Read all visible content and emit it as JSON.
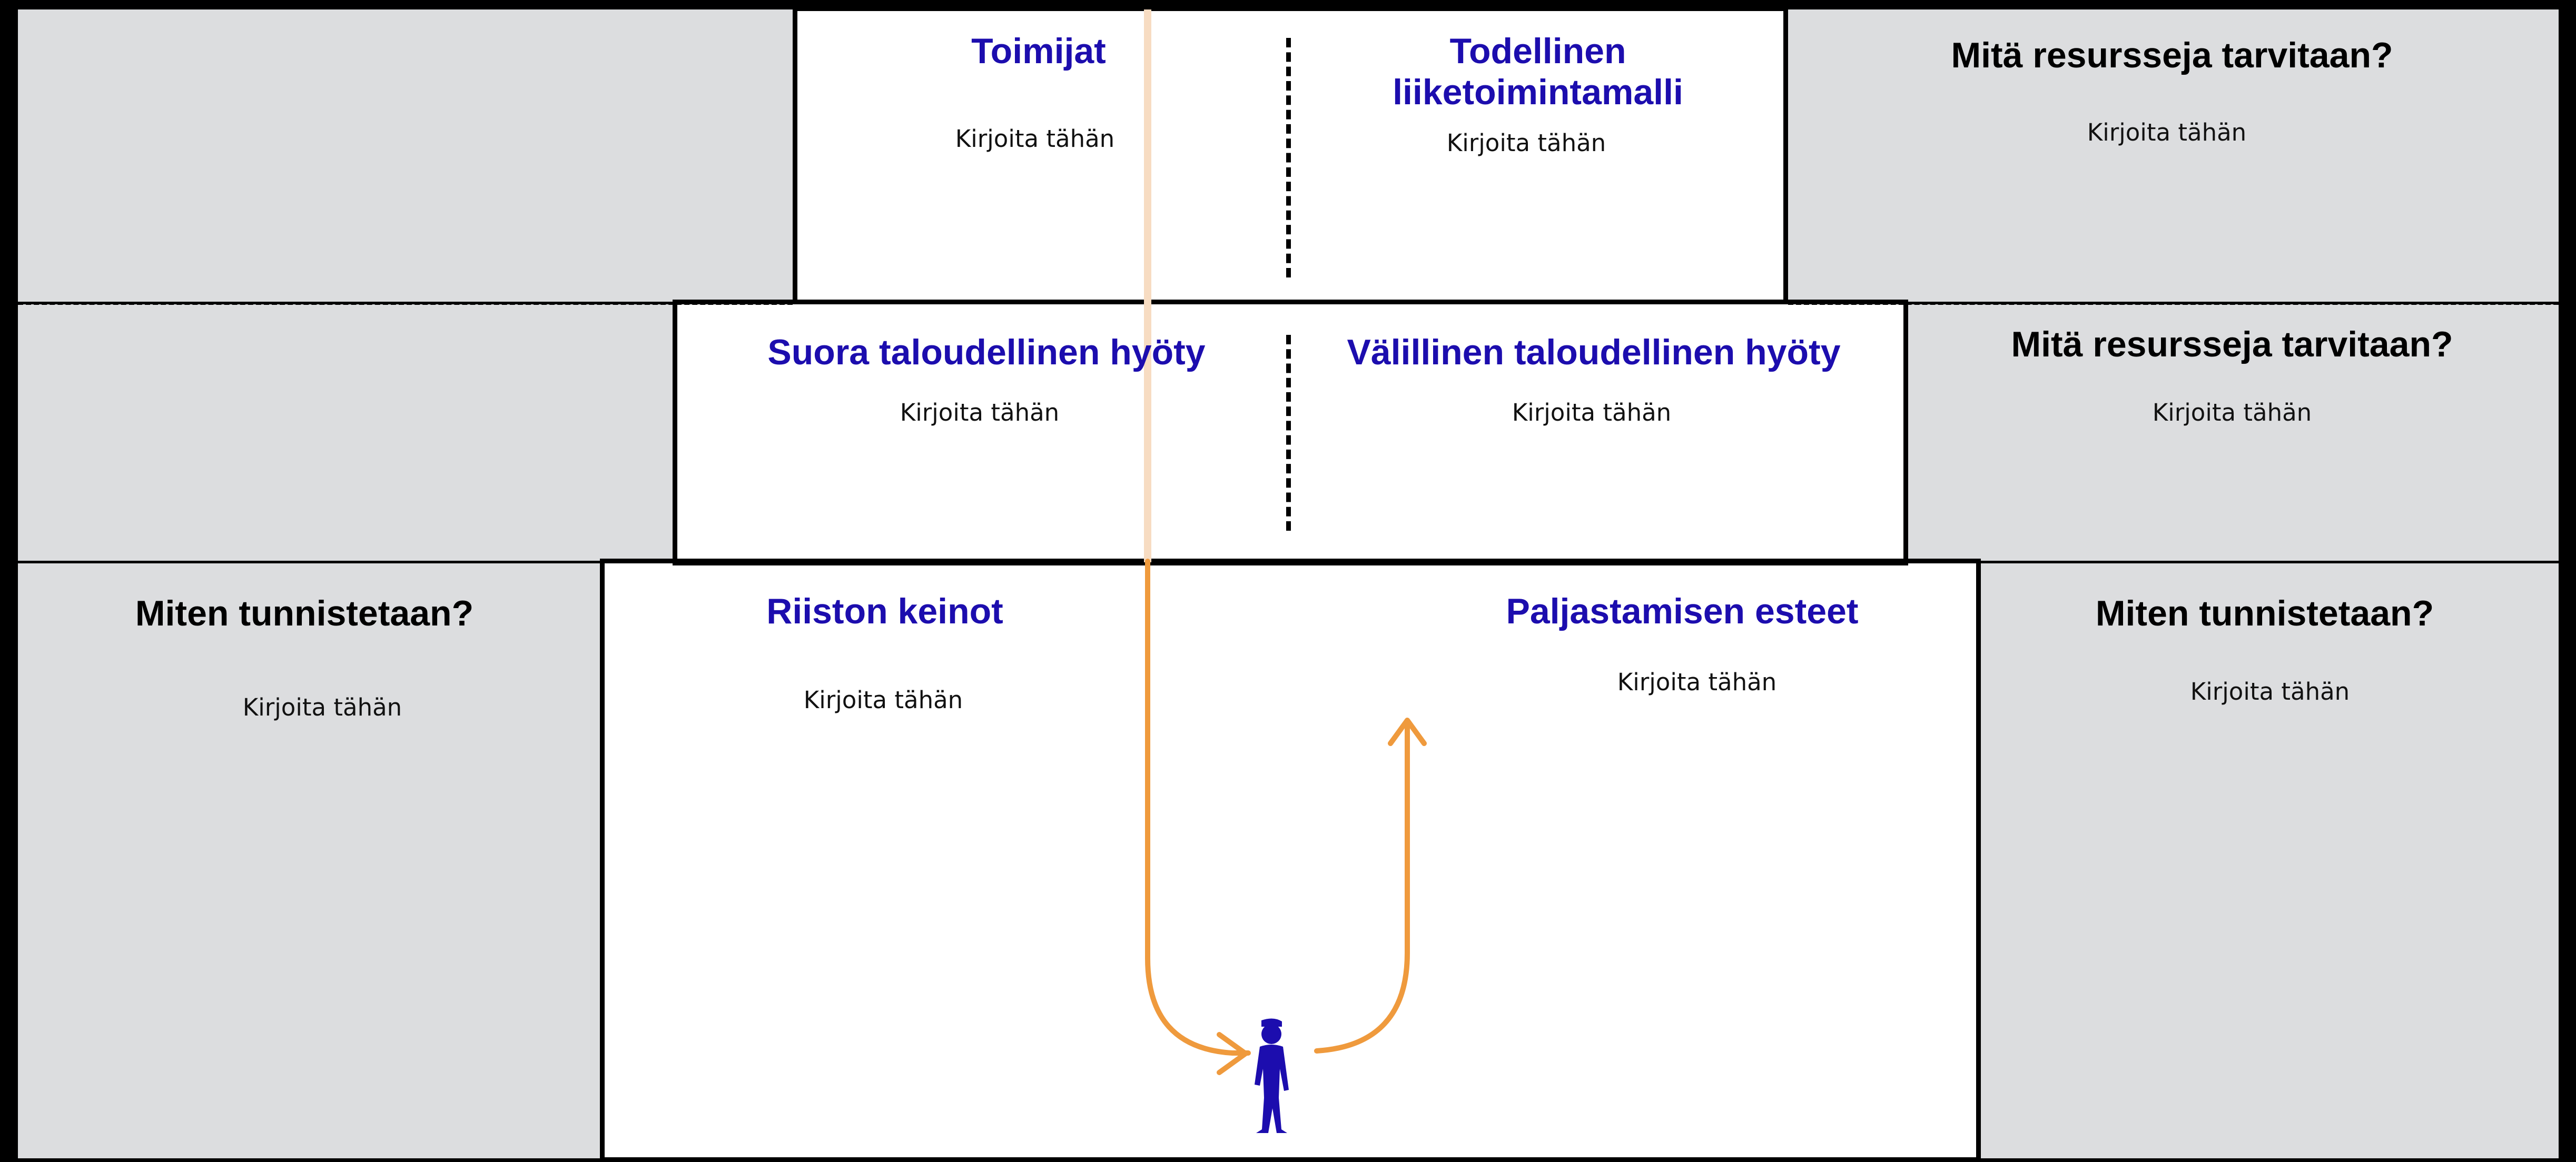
{
  "colors": {
    "heading_blue": "#1c0dae",
    "arrow_orange": "#ef9a3d",
    "panel_gray": "#dcdddf",
    "border": "#000000"
  },
  "icons": {
    "worker": "worker-figure-icon",
    "arrow_down": "arrow-down-right-icon",
    "arrow_up": "arrow-up-icon"
  },
  "top_row": {
    "left_heading": "Toimijat",
    "left_note": "Kirjoita tähän",
    "right_heading_line1": "Todellinen",
    "right_heading_line2": "liiketoimintamalli",
    "right_note": "Kirjoita tähän",
    "side_heading": "Mitä resursseja tarvitaan?",
    "side_note": "Kirjoita tähän"
  },
  "middle_row": {
    "left_heading": "Suora taloudellinen hyöty",
    "left_note": "Kirjoita tähän",
    "right_heading": "Välillinen taloudellinen hyöty",
    "right_note": "Kirjoita tähän",
    "side_heading": "Mitä resursseja tarvitaan?",
    "side_note": "Kirjoita tähän"
  },
  "bottom_row": {
    "outer_left_heading": "Miten tunnistetaan?",
    "outer_left_note": "Kirjoita tähän",
    "left_heading": "Riiston keinot",
    "left_note": "Kirjoita tähän",
    "right_heading": "Paljastamisen esteet",
    "right_note": "Kirjoita tähän",
    "outer_right_heading": "Miten tunnistetaan?",
    "outer_right_note": "Kirjoita tähän"
  }
}
